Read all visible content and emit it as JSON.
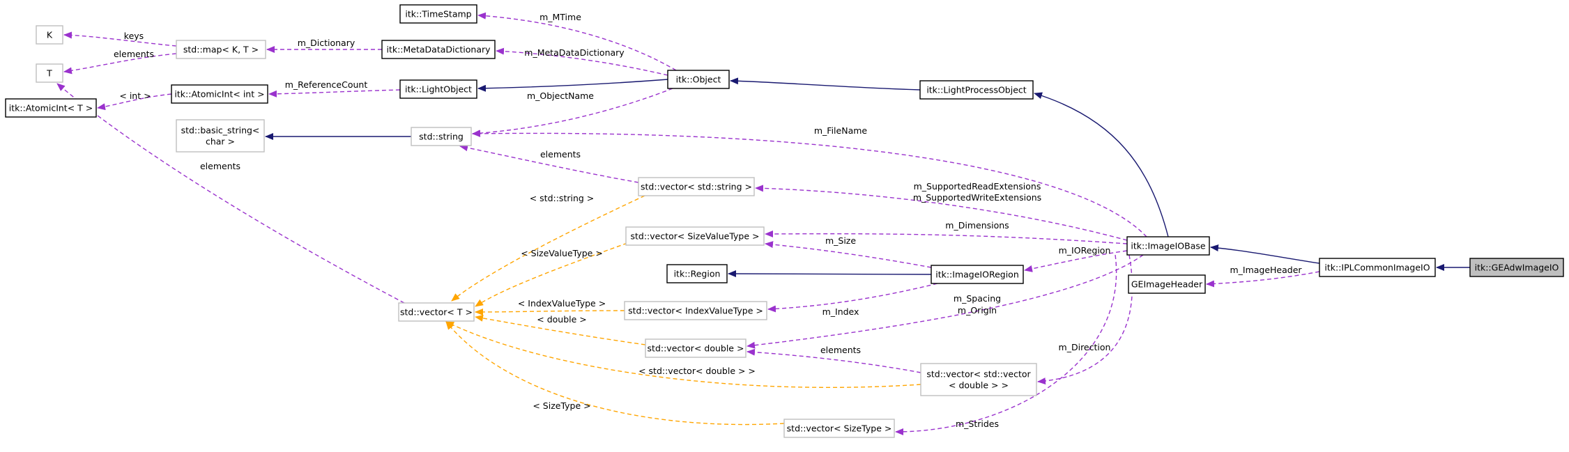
{
  "colors": {
    "inherit": "#191970",
    "usage": "#9a32cd",
    "template": "#ffa500",
    "node_border": "#000000",
    "template_border": "#bfbfbf",
    "highlight_fill": "#bfbfbf"
  },
  "nodes": {
    "K": {
      "label": [
        "K"
      ]
    },
    "T": {
      "label": [
        "T"
      ]
    },
    "atomic_T": {
      "label": [
        "itk::AtomicInt< T >"
      ]
    },
    "map": {
      "label": [
        "std::map< K, T >"
      ]
    },
    "atomic_int": {
      "label": [
        "itk::AtomicInt< int >"
      ]
    },
    "basic_string": {
      "label": [
        "std::basic_string<",
        "char >"
      ]
    },
    "timestamp": {
      "label": [
        "itk::TimeStamp"
      ]
    },
    "metadict": {
      "label": [
        "itk::MetaDataDictionary"
      ]
    },
    "lightobject": {
      "label": [
        "itk::LightObject"
      ]
    },
    "string": {
      "label": [
        "std::string"
      ]
    },
    "object": {
      "label": [
        "itk::Object"
      ]
    },
    "vec_string": {
      "label": [
        "std::vector< std::string >"
      ]
    },
    "vec_sizevalue": {
      "label": [
        "std::vector< SizeValueType >"
      ]
    },
    "region": {
      "label": [
        "itk::Region"
      ]
    },
    "vec_T": {
      "label": [
        "std::vector< T >"
      ]
    },
    "vec_indexvalue": {
      "label": [
        "std::vector< IndexValueType >"
      ]
    },
    "vec_double": {
      "label": [
        "std::vector< double >"
      ]
    },
    "vec_vec_double": {
      "label": [
        "std::vector< std::vector",
        "< double > >"
      ]
    },
    "vec_sizetype": {
      "label": [
        "std::vector< SizeType >"
      ]
    },
    "lightprocess": {
      "label": [
        "itk::LightProcessObject"
      ]
    },
    "imageiobase": {
      "label": [
        "itk::ImageIOBase"
      ]
    },
    "imageioregion": {
      "label": [
        "itk::ImageIORegion"
      ]
    },
    "geimageheader": {
      "label": [
        "GEImageHeader"
      ]
    },
    "iplcommon": {
      "label": [
        "itk::IPLCommonImageIO"
      ]
    },
    "geadw": {
      "label": [
        "itk::GEAdwImageIO"
      ]
    }
  },
  "edge_labels": {
    "keys": "keys",
    "elements_map": "elements",
    "m_dictionary": "m_Dictionary",
    "int": "< int >",
    "m_referencecount": "m_ReferenceCount",
    "elements_T": "elements",
    "m_mtime": "m_MTime",
    "m_metadatadictionary": "m_MetaDataDictionary",
    "m_objectname": "m_ObjectName",
    "m_filename": "m_FileName",
    "elements_string": "elements",
    "std_string": "< std::string >",
    "m_supportedread": "m_SupportedReadExtensions",
    "m_supportedwrite": "m_SupportedWriteExtensions",
    "m_dimensions": "m_Dimensions",
    "m_size": "m_Size",
    "sizevaluetype": "< SizeValueType >",
    "m_ioregion": "m_IORegion",
    "m_imageheader": "m_ImageHeader",
    "m_index": "m_Index",
    "indexvaluetype": "< IndexValueType >",
    "double": "< double >",
    "m_spacing": "m_Spacing",
    "m_origin": "m_Origin",
    "elements_double": "elements",
    "m_direction": "m_Direction",
    "vec_double_tpl": "< std::vector< double > >",
    "sizetype": "< SizeType >",
    "m_strides": "m_Strides"
  }
}
